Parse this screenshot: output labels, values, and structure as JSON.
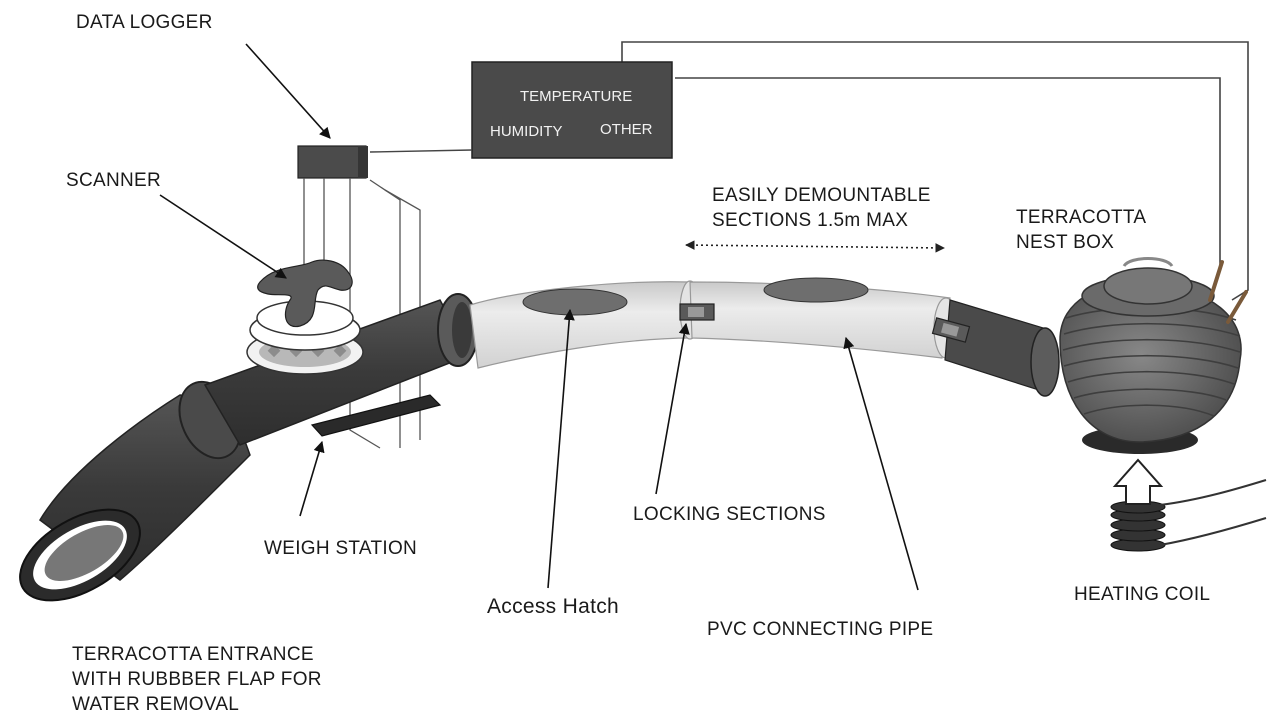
{
  "labels": {
    "data_logger": "DATA LOGGER",
    "scanner": "SCANNER",
    "weigh_station": "WEIGH STATION",
    "access_hatch": "Access Hatch",
    "locking_sections": "LOCKING SECTIONS",
    "pvc_pipe": "PVC  CONNECTING PIPE",
    "heating_coil": "HEATING COIL",
    "demountable": [
      "EASILY DEMOUNTABLE",
      "SECTIONS 1.5m MAX"
    ],
    "nest_box": [
      "TERRACOTTA",
      "NEST BOX"
    ],
    "entrance": [
      "TERRACOTTA  ENTRANCE",
      "WITH RUBBBER FLAP FOR",
      "WATER REMOVAL"
    ]
  },
  "sensor_box": {
    "temperature": "TEMPERATURE",
    "humidity": "HUMIDITY",
    "other": "OTHER"
  },
  "colors": {
    "dark_tube": "#3d3d3d",
    "pvc_pipe": "#dcdcdc",
    "sensor_box": "#4a4a4a",
    "hatch": "#6e6e6e",
    "nest_box": "#6a6a6a"
  }
}
